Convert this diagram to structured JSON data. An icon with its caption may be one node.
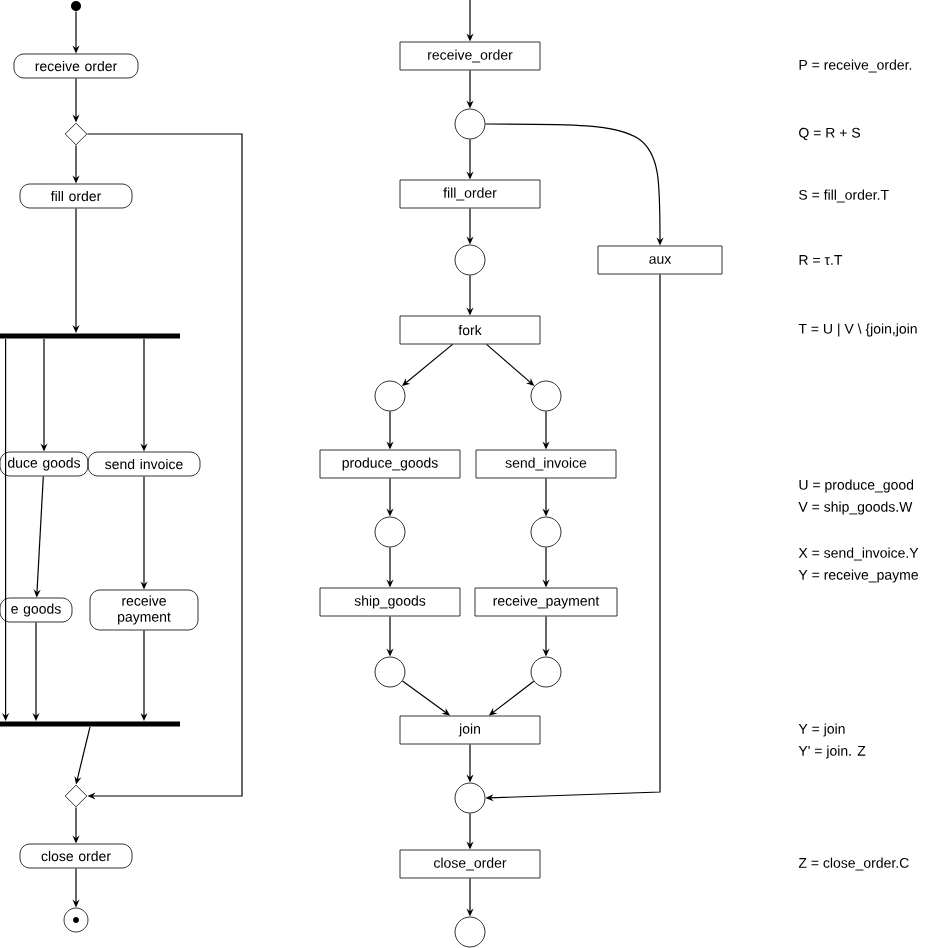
{
  "diagram": {
    "nodes": [
      {
        "text": [],
        "shape": "circle"
      },
      {
        "text": [
          "receive order"
        ]
      },
      {
        "text": [],
        "shape": "diamond"
      },
      {
        "text": [
          "fill order"
        ]
      },
      {
        "text": [],
        "shape": "bar"
      },
      {
        "text": [
          "duce goods"
        ]
      },
      {
        "text": [
          "send invoice"
        ]
      },
      {
        "text": [
          "e goods"
        ]
      },
      {
        "text": [
          "receive payment"
        ]
      },
      {
        "text": [],
        "shape": "bar"
      },
      {
        "text": [],
        "shape": "diamond"
      },
      {
        "text": [
          "close order"
        ]
      },
      {
        "text": [],
        "shape": "circle"
      },
      {
        "text": [
          "receive_order"
        ]
      },
      {
        "text": [],
        "shape": "circle"
      },
      {
        "text": [
          "fill_order"
        ]
      },
      {
        "text": [],
        "shape": "circle"
      },
      {
        "text": [
          "fork"
        ]
      },
      {
        "text": [],
        "shape": "circle"
      },
      {
        "text": [],
        "shape": "circle"
      },
      {
        "text": [
          "produce_goods"
        ]
      },
      {
        "text": [
          "send_invoice"
        ]
      },
      {
        "text": [],
        "shape": "circle"
      },
      {
        "text": [],
        "shape": "circle"
      },
      {
        "text": [
          "ship_goods"
        ]
      },
      {
        "text": [
          "receive_payment"
        ]
      },
      {
        "text": [],
        "shape": "circle"
      },
      {
        "text": [],
        "shape": "circle"
      },
      {
        "text": [
          "join"
        ]
      },
      {
        "text": [],
        "shape": "circle"
      },
      {
        "text": [
          "close_order"
        ]
      },
      {
        "text": [],
        "shape": "circle"
      },
      {
        "text": [
          "aux"
        ]
      }
    ],
    "edges": [
      {
        "from": 0,
        "to": 1,
        "arrow": "to"
      },
      {
        "from": 1,
        "to": 2,
        "arrow": "to"
      },
      {
        "from": 2,
        "to": 3,
        "arrow": "to"
      },
      {
        "from": 3,
        "to": 4,
        "arrow": "to"
      },
      {
        "from": 4,
        "to": 5,
        "arrow": "to"
      },
      {
        "from": 4,
        "to": 6,
        "arrow": "to"
      },
      {
        "from": 5,
        "to": 7,
        "arrow": "to"
      },
      {
        "from": 6,
        "to": 8,
        "arrow": "to"
      },
      {
        "from": 7,
        "to": 9,
        "arrow": "to"
      },
      {
        "from": 8,
        "to": 9,
        "arrow": "to"
      },
      {
        "from": 4,
        "to": 9,
        "arrow": "to"
      },
      {
        "from": 9,
        "to": 10,
        "arrow": "to"
      },
      {
        "from": 2,
        "to": 10,
        "arrow": "to"
      },
      {
        "from": 10,
        "to": 11,
        "arrow": "to"
      },
      {
        "from": 11,
        "to": 12,
        "arrow": "to"
      },
      {
        "from": null,
        "to": 13,
        "arrow": "to"
      },
      {
        "from": 13,
        "to": 14,
        "arrow": "to"
      },
      {
        "from": 14,
        "to": 15,
        "arrow": "to"
      },
      {
        "from": 14,
        "to": 32,
        "arrow": "to"
      },
      {
        "from": 15,
        "to": 16,
        "arrow": "to"
      },
      {
        "from": 16,
        "to": 17,
        "arrow": "to"
      },
      {
        "from": 17,
        "to": 18,
        "arrow": "to"
      },
      {
        "from": 17,
        "to": 19,
        "arrow": "to"
      },
      {
        "from": 18,
        "to": 20,
        "arrow": "to"
      },
      {
        "from": 19,
        "to": 21,
        "arrow": "to"
      },
      {
        "from": 20,
        "to": 22,
        "arrow": "to"
      },
      {
        "from": 21,
        "to": 23,
        "arrow": "to"
      },
      {
        "from": 22,
        "to": 24,
        "arrow": "to"
      },
      {
        "from": 23,
        "to": 25,
        "arrow": "to"
      },
      {
        "from": 24,
        "to": 26,
        "arrow": "to"
      },
      {
        "from": 25,
        "to": 27,
        "arrow": "to"
      },
      {
        "from": 26,
        "to": 28,
        "arrow": "to"
      },
      {
        "from": 27,
        "to": 28,
        "arrow": "to"
      },
      {
        "from": 28,
        "to": 29,
        "arrow": "to"
      },
      {
        "from": 32,
        "to": 29,
        "arrow": "to"
      },
      {
        "from": 29,
        "to": 30,
        "arrow": "to"
      },
      {
        "from": 30,
        "to": 31,
        "arrow": "to"
      }
    ],
    "labels": [
      "P = receive_order.",
      "Q = R + S",
      "S = fill_order.T",
      "R = τ.T",
      "T = U | V \\ {join,join",
      "U = produce_good",
      "V = ship_goods.W",
      "X = send_invoice.Y",
      "Y = receive_payme",
      "Y = join",
      "Y' = join. Z",
      "Z = close_order.C"
    ]
  }
}
